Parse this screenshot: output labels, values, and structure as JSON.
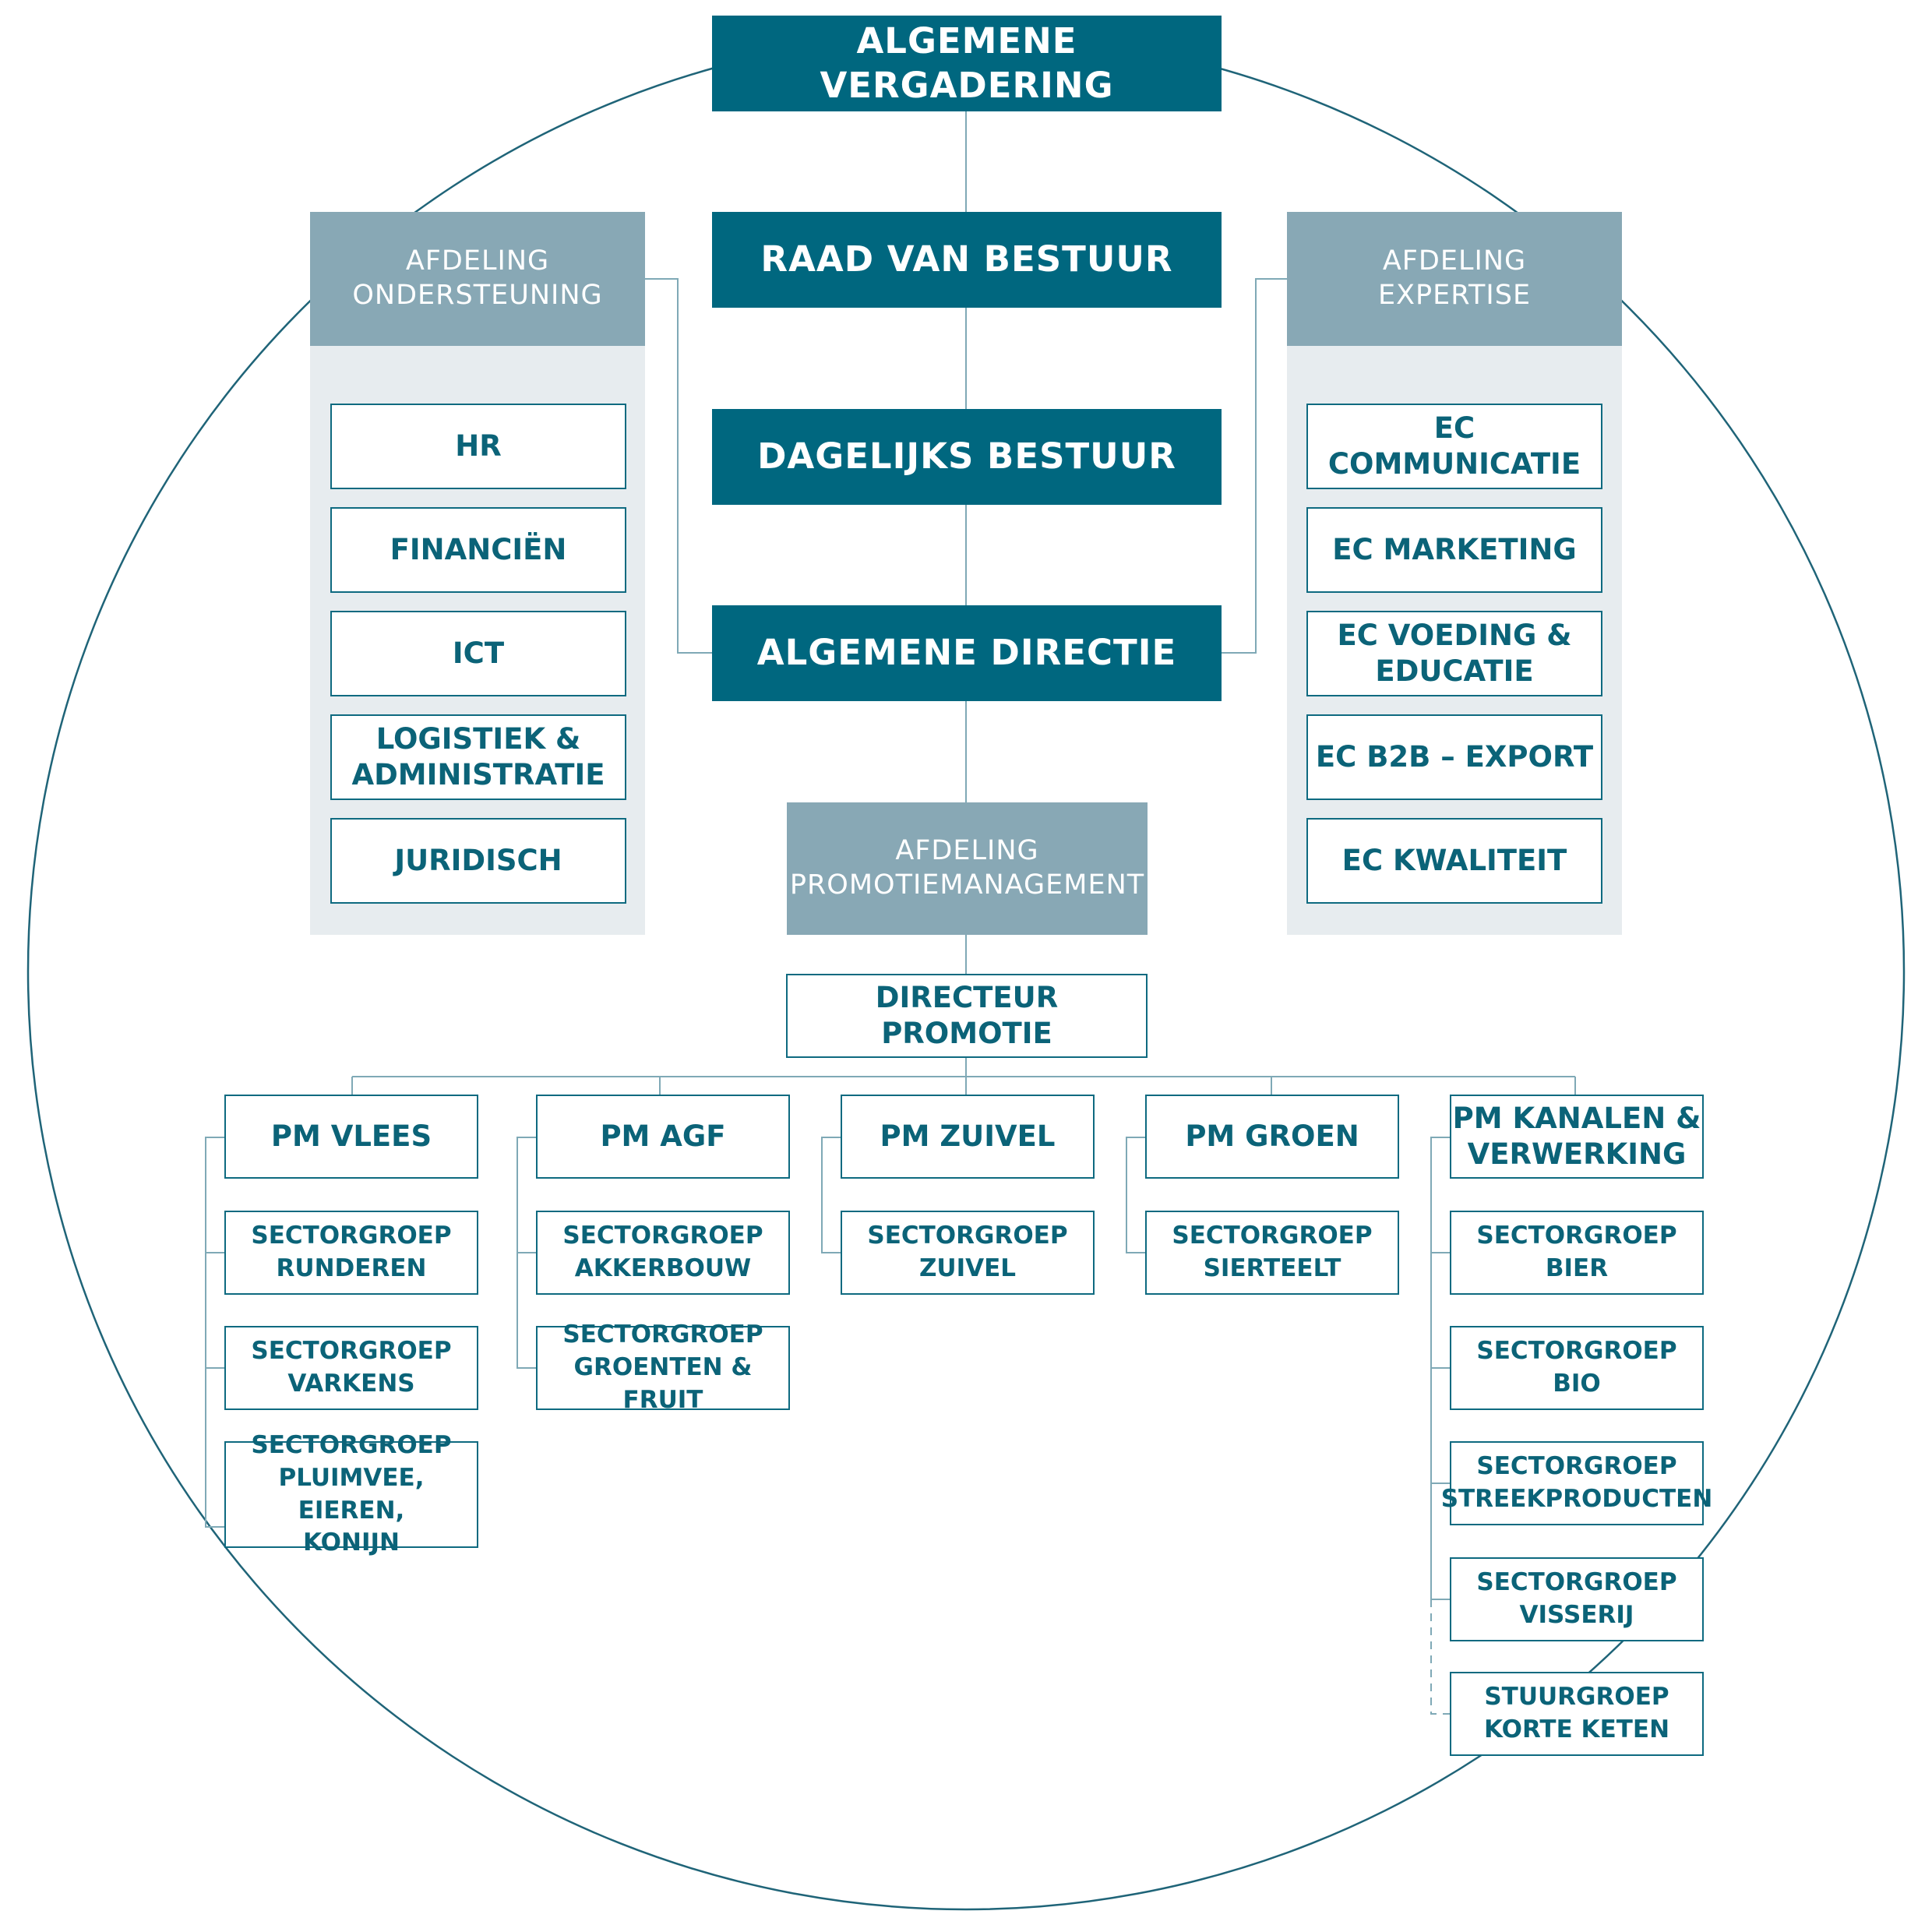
{
  "governance": {
    "algemene_vergadering": "ALGEMENE VERGADERING",
    "raad_van_bestuur": "RAAD VAN BESTUUR",
    "dagelijks_bestuur": "DAGELIJKS BESTUUR",
    "algemene_directie": "ALGEMENE DIRECTIE"
  },
  "ondersteuning": {
    "title": "AFDELING\nONDERSTEUNING",
    "items": [
      "HR",
      "FINANCIËN",
      "ICT",
      "LOGISTIEK &\nADMINISTRATIE",
      "JURIDISCH"
    ]
  },
  "expertise": {
    "title": "AFDELING\nEXPERTISE",
    "items": [
      "EC COMMUNICATIE",
      "EC MARKETING",
      "EC VOEDING &\nEDUCATIE",
      "EC B2B – EXPORT",
      "EC KWALITEIT"
    ]
  },
  "promotie": {
    "title": "AFDELING\nPROMOTIEMANAGEMENT",
    "director": "DIRECTEUR PROMOTIE",
    "pms": [
      {
        "label": "PM VLEES",
        "groups": [
          "SECTORGROEP\nRUNDEREN",
          "SECTORGROEP\nVARKENS",
          "SECTORGROEP\nPLUIMVEE, EIEREN,\nKONIJN"
        ]
      },
      {
        "label": "PM AGF",
        "groups": [
          "SECTORGROEP\nAKKERBOUW",
          "SECTORGROEP\nGROENTEN & FRUIT"
        ]
      },
      {
        "label": "PM ZUIVEL",
        "groups": [
          "SECTORGROEP\nZUIVEL"
        ]
      },
      {
        "label": "PM GROEN",
        "groups": [
          "SECTORGROEP\nSIERTEELT"
        ]
      },
      {
        "label": "PM KANALEN &\nVERWERKING",
        "groups": [
          "SECTORGROEP\nBIER",
          "SECTORGROEP\nBIO",
          "SECTORGROEP\nSTREEKPRODUCTEN",
          "SECTORGROEP\nVISSERIJ",
          "STUURGROEP\nKORTE KETEN"
        ]
      }
    ]
  },
  "colors": {
    "dark_teal": "#00677f",
    "grey_blue": "#88a8b5",
    "panel_bg": "#e7ecef",
    "line": "#7fa9b6",
    "circle": "#1f6478"
  }
}
